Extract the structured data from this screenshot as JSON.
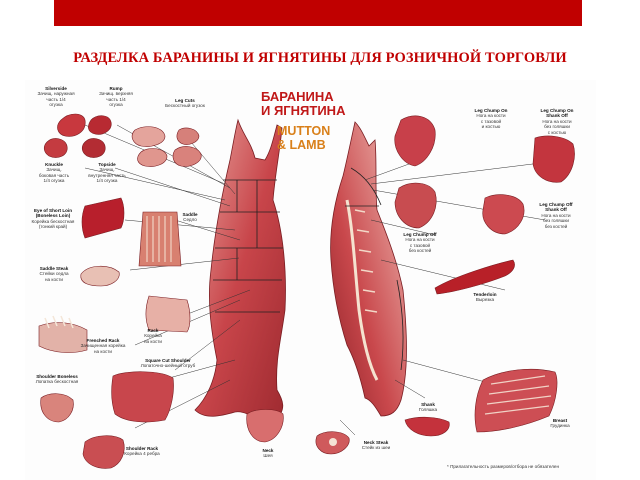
{
  "slide": {
    "heading": "РАЗДЕЛКА  БАРАНИНЫ И ЯГНЯТИНЫ ДЛЯ РОЗНИЧНОЙ ТОРГОВЛИ",
    "accent_color": "#c00000"
  },
  "poster": {
    "title_ru": "БАРАНИНА\nИ ЯГНЯТИНА",
    "title_en": "MUTTON\n& LAMB",
    "title_ru_color": "#c01818",
    "title_en_color": "#d9801a",
    "footnote": "* Прилагательность размеров/отбора не обязателен",
    "cuts": [
      {
        "id": "silverside",
        "en": "Silverside",
        "ru": "Зачищ. наружная\nчасть 1/4\nогузка"
      },
      {
        "id": "rump",
        "en": "Rump",
        "ru": "Зачищ. верхняя\nчасть 1/4\nогузка"
      },
      {
        "id": "leg-cuts",
        "en": "Leg Cuts",
        "ru": "Бескостный огузок"
      },
      {
        "id": "knuckle",
        "en": "Knuckle",
        "ru": "Зачищ.\nбоковая часть\n1/4 огузка"
      },
      {
        "id": "topside",
        "en": "Topside",
        "ru": "Зачищ.\nвнутренняя часть\n1/4 огузка"
      },
      {
        "id": "eye-short-loin",
        "en": "Eye of Short Loin\n(Boneless Loin)",
        "ru": "Корейка бескостная\n(тонкий край)"
      },
      {
        "id": "saddle",
        "en": "Saddle",
        "ru": "Седло"
      },
      {
        "id": "saddle-steak",
        "en": "Saddle Steak",
        "ru": "Стейки седла\nна кости"
      },
      {
        "id": "rack",
        "en": "Rack",
        "ru": "Корейка\nна кости"
      },
      {
        "id": "frenched-rack",
        "en": "Frenched Rack",
        "ru": "Зачищенная корейка\nна кости"
      },
      {
        "id": "square-cut-shoulder",
        "en": "Square Cut Shoulder",
        "ru": "Лопаточно-шейный отруб"
      },
      {
        "id": "shoulder-boneless",
        "en": "Shoulder Boneless",
        "ru": "Лопатка бескостная"
      },
      {
        "id": "shoulder-rack",
        "en": "Shoulder Rack",
        "ru": "Корейка 4 ребра"
      },
      {
        "id": "neck",
        "en": "Neck",
        "ru": "Шея"
      },
      {
        "id": "neck-steak",
        "en": "Neck Steak",
        "ru": "Стейк из шеи"
      },
      {
        "id": "leg-chump-on",
        "en": "Leg Chump On",
        "ru": "Нога на кости\nс тазовой\nи костью"
      },
      {
        "id": "leg-chump-on-shank-off",
        "en": "Leg Chump On\nShank Off",
        "ru": "Нога на кости\nбез голяшки\nс костью"
      },
      {
        "id": "leg-chump-off-shank-off",
        "en": "Leg Chump Off\nShank Off",
        "ru": "Нога на кости\nбез голяшки\nбез костей"
      },
      {
        "id": "leg-chump-off",
        "en": "Leg Chump Off",
        "ru": "Нога на кости\nс тазовой\nбез костей"
      },
      {
        "id": "tenderloin",
        "en": "Tenderloin",
        "ru": "Вырезка"
      },
      {
        "id": "shank",
        "en": "Shank",
        "ru": "Голяшка"
      },
      {
        "id": "breast",
        "en": "Breast",
        "ru": "Грудинка"
      }
    ]
  }
}
